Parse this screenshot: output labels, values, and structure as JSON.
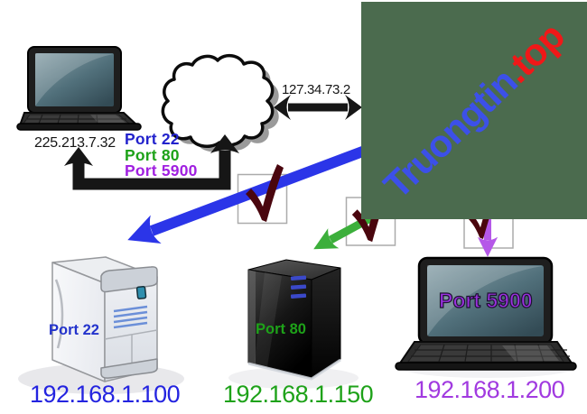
{
  "diagram": {
    "external_client": {
      "ip": "225.213.7.32"
    },
    "router": {
      "wan_ip": "127.34.73.2"
    },
    "forwarded_ports": [
      {
        "label": "Port 22",
        "color": "#2222CC"
      },
      {
        "label": "Port 80",
        "color": "#1EA219"
      },
      {
        "label": "Port 5900",
        "color": "#A020E0"
      }
    ],
    "lan_devices": [
      {
        "type": "tower-server",
        "port_label": "Port 22",
        "ip": "192.168.1.100",
        "color": "#2424E0"
      },
      {
        "type": "rack-server",
        "port_label": "Port 80",
        "ip": "192.168.1.150",
        "color": "#1EA219"
      },
      {
        "type": "laptop",
        "port_label": "Port 5900",
        "ip": "192.168.1.200",
        "color": "#A13AE0"
      }
    ],
    "arrow_colors": {
      "blue": "#2B35E8",
      "green": "#3CAF3B",
      "purple": "#B558E8",
      "black": "#161616",
      "checkmark": "#4A060E"
    }
  },
  "watermark": {
    "primary": "Truongtin",
    "suffix": ".top",
    "bg_color": "#4B6B4E",
    "primary_color": "#3C50E8",
    "suffix_color": "#F01818"
  }
}
